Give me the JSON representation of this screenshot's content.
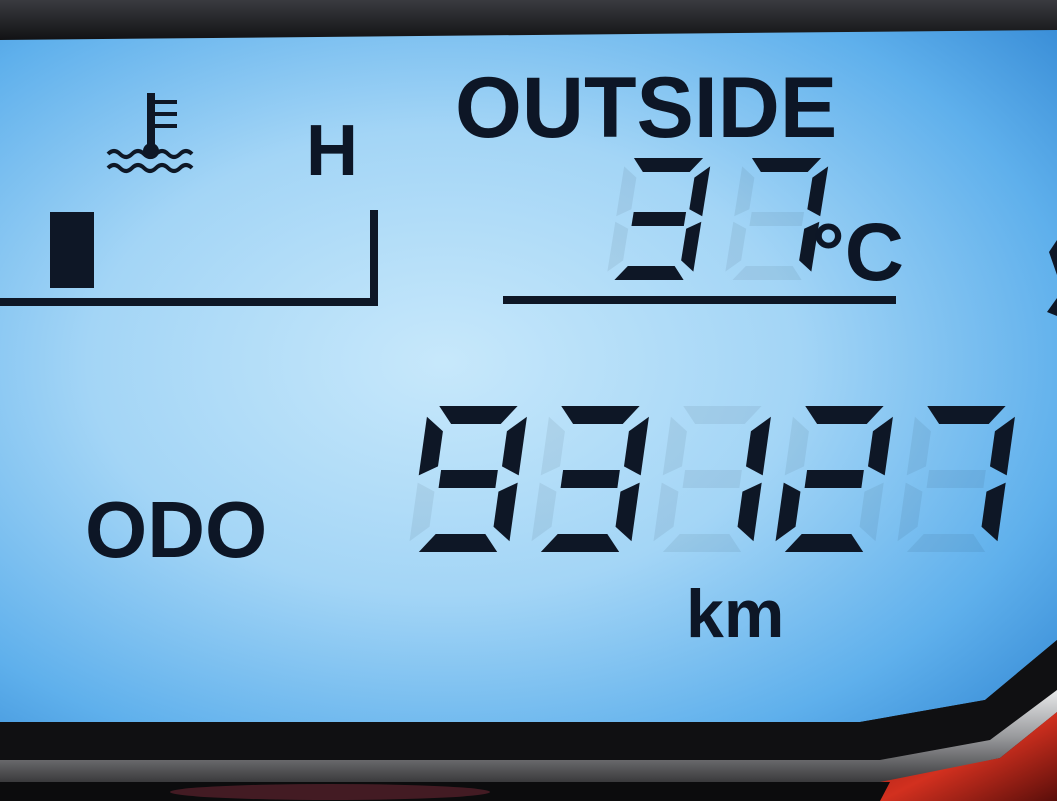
{
  "display": {
    "temperature_gauge": {
      "icon": "coolant-temperature-icon",
      "high_label": "H",
      "level": 0.05
    },
    "outside": {
      "label": "OUTSIDE",
      "value": "37",
      "unit": "°C"
    },
    "odometer": {
      "label": "ODO",
      "value": "93127",
      "unit": "km"
    },
    "colors": {
      "backlight": "#a9d7f6",
      "backlight_edge": "#4a9fe3",
      "segment": "#0e1726"
    }
  }
}
